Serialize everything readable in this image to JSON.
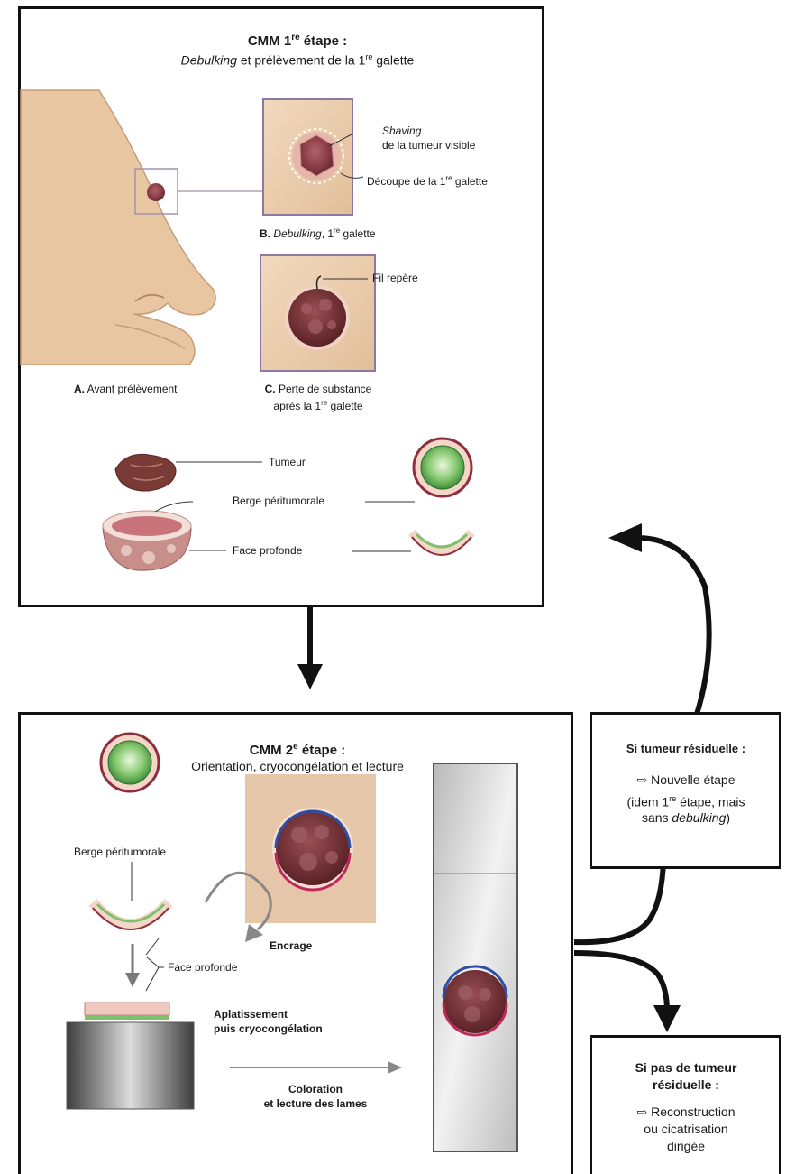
{
  "step1": {
    "title_cmm": "CMM 1",
    "title_sup": "re",
    "title_rest": " étape :",
    "subtitle_em": "Debulking",
    "subtitle_rest": " et prélèvement de la 1",
    "subtitle_sup": "re",
    "subtitle_end": " galette",
    "label_a_letter": "A.",
    "label_a_text": " Avant prélèvement",
    "label_b_letter": "B.",
    "label_b_em": " Debulking",
    "label_b_rest": ", 1",
    "label_b_sup": "re",
    "label_b_end": " galette",
    "shaving_em": "Shaving",
    "shaving_rest": "de la tumeur visible",
    "decoupe": "Découpe de la 1",
    "decoupe_sup": "re",
    "decoupe_end": " galette",
    "fil": "Fil repère",
    "label_c_letter": "C.",
    "label_c_line1": " Perte de substance",
    "label_c_line2": "après la 1",
    "label_c_sup": "re",
    "label_c_end": " galette",
    "tumeur": "Tumeur",
    "berge": "Berge péritumorale",
    "face": "Face profonde"
  },
  "step2": {
    "title_cmm": "CMM 2",
    "title_sup": "e",
    "title_rest": " étape :",
    "subtitle": "Orientation, cryocongélation et lecture",
    "berge": "Berge péritumorale",
    "encrage": "Encrage",
    "face": "Face profonde",
    "aplat1": "Aplatissement",
    "aplat2": "puis cryocongélation",
    "color1": "Coloration",
    "color2": "et lecture des lames"
  },
  "residual": {
    "title": "Si tumeur résiduelle :",
    "line1": "⇨  Nouvelle étape",
    "line2a": "(idem 1",
    "line2sup": "re",
    "line2b": " étape, mais",
    "line3a": "sans ",
    "line3em": "debulking",
    "line3b": ")"
  },
  "no_residual": {
    "title1": "Si pas de tumeur",
    "title2": "résiduelle :",
    "line1": "⇨  Reconstruction",
    "line2": "ou cicatrisation",
    "line3": "dirigée"
  },
  "colors": {
    "skin": "#e9cba9",
    "tumor": "#8a3a44",
    "ink_blue": "#2f4fa6",
    "ink_red": "#c0285a",
    "margin_green": "#7fc06a"
  }
}
